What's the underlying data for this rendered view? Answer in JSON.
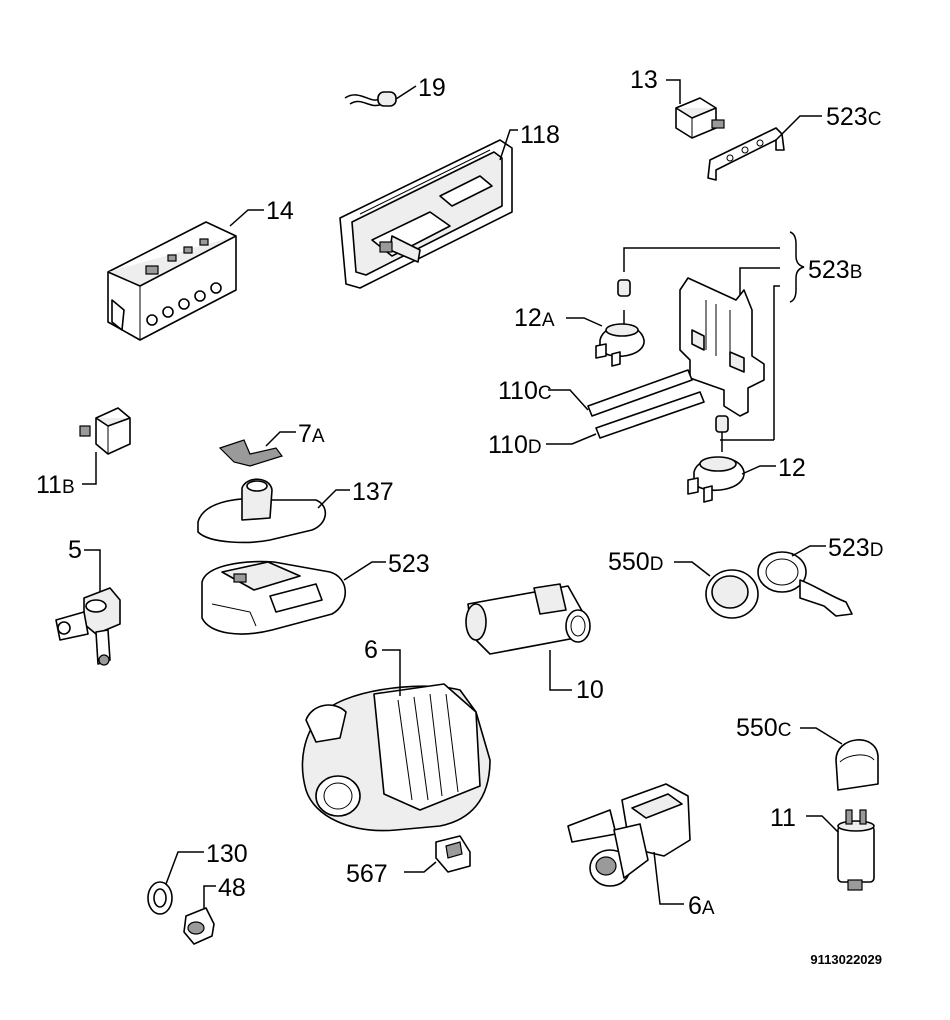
{
  "document_number": "9113022029",
  "parts": [
    {
      "key": "p19",
      "main": "19",
      "suffix": ""
    },
    {
      "key": "p118",
      "main": "118",
      "suffix": ""
    },
    {
      "key": "p13",
      "main": "13",
      "suffix": ""
    },
    {
      "key": "p523c",
      "main": "523",
      "suffix": "C"
    },
    {
      "key": "p14",
      "main": "14",
      "suffix": ""
    },
    {
      "key": "p523b",
      "main": "523",
      "suffix": "B"
    },
    {
      "key": "p12a",
      "main": "12",
      "suffix": "A"
    },
    {
      "key": "p110c",
      "main": "110",
      "suffix": "C"
    },
    {
      "key": "p110d",
      "main": "110",
      "suffix": "D"
    },
    {
      "key": "p12",
      "main": "12",
      "suffix": ""
    },
    {
      "key": "p11b",
      "main": "11",
      "suffix": "B"
    },
    {
      "key": "p7a",
      "main": "7",
      "suffix": "A"
    },
    {
      "key": "p137",
      "main": "137",
      "suffix": ""
    },
    {
      "key": "p5",
      "main": "5",
      "suffix": ""
    },
    {
      "key": "p523",
      "main": "523",
      "suffix": ""
    },
    {
      "key": "p550d",
      "main": "550",
      "suffix": "D"
    },
    {
      "key": "p523d",
      "main": "523",
      "suffix": "D"
    },
    {
      "key": "p6",
      "main": "6",
      "suffix": ""
    },
    {
      "key": "p10",
      "main": "10",
      "suffix": ""
    },
    {
      "key": "p550c",
      "main": "550",
      "suffix": "C"
    },
    {
      "key": "p11",
      "main": "11",
      "suffix": ""
    },
    {
      "key": "p130",
      "main": "130",
      "suffix": ""
    },
    {
      "key": "p48",
      "main": "48",
      "suffix": ""
    },
    {
      "key": "p567",
      "main": "567",
      "suffix": ""
    },
    {
      "key": "p6a",
      "main": "6",
      "suffix": "A"
    }
  ]
}
